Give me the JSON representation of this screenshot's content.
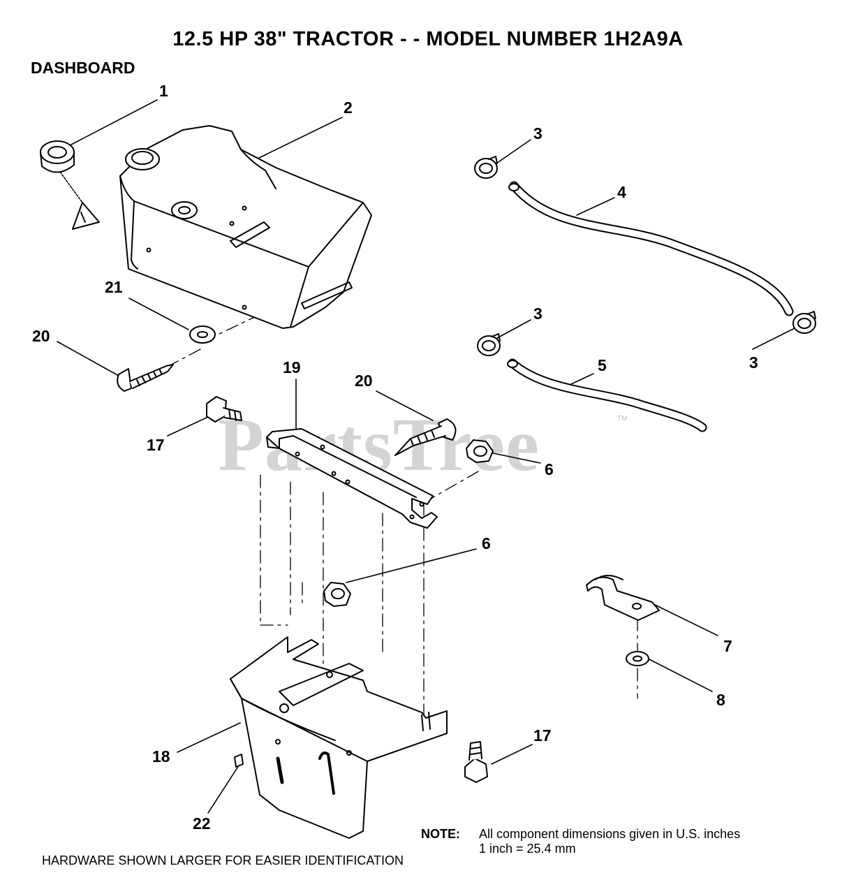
{
  "header": {
    "title": "12.5 HP 38\" TRACTOR - - MODEL NUMBER 1H2A9A",
    "section": "DASHBOARD"
  },
  "watermark": {
    "text": "PartsTree",
    "tm": "TM"
  },
  "callouts": [
    "1",
    "2",
    "3",
    "4",
    "3",
    "3",
    "5",
    "21",
    "20",
    "19",
    "20",
    "17",
    "6",
    "6",
    "7",
    "8",
    "18",
    "17",
    "22"
  ],
  "note": {
    "label": "NOTE:",
    "line1": "All component dimensions given in U.S. inches",
    "line2": "1 inch = 25.4 mm"
  },
  "footer": "HARDWARE SHOWN LARGER FOR EASIER IDENTIFICATION"
}
